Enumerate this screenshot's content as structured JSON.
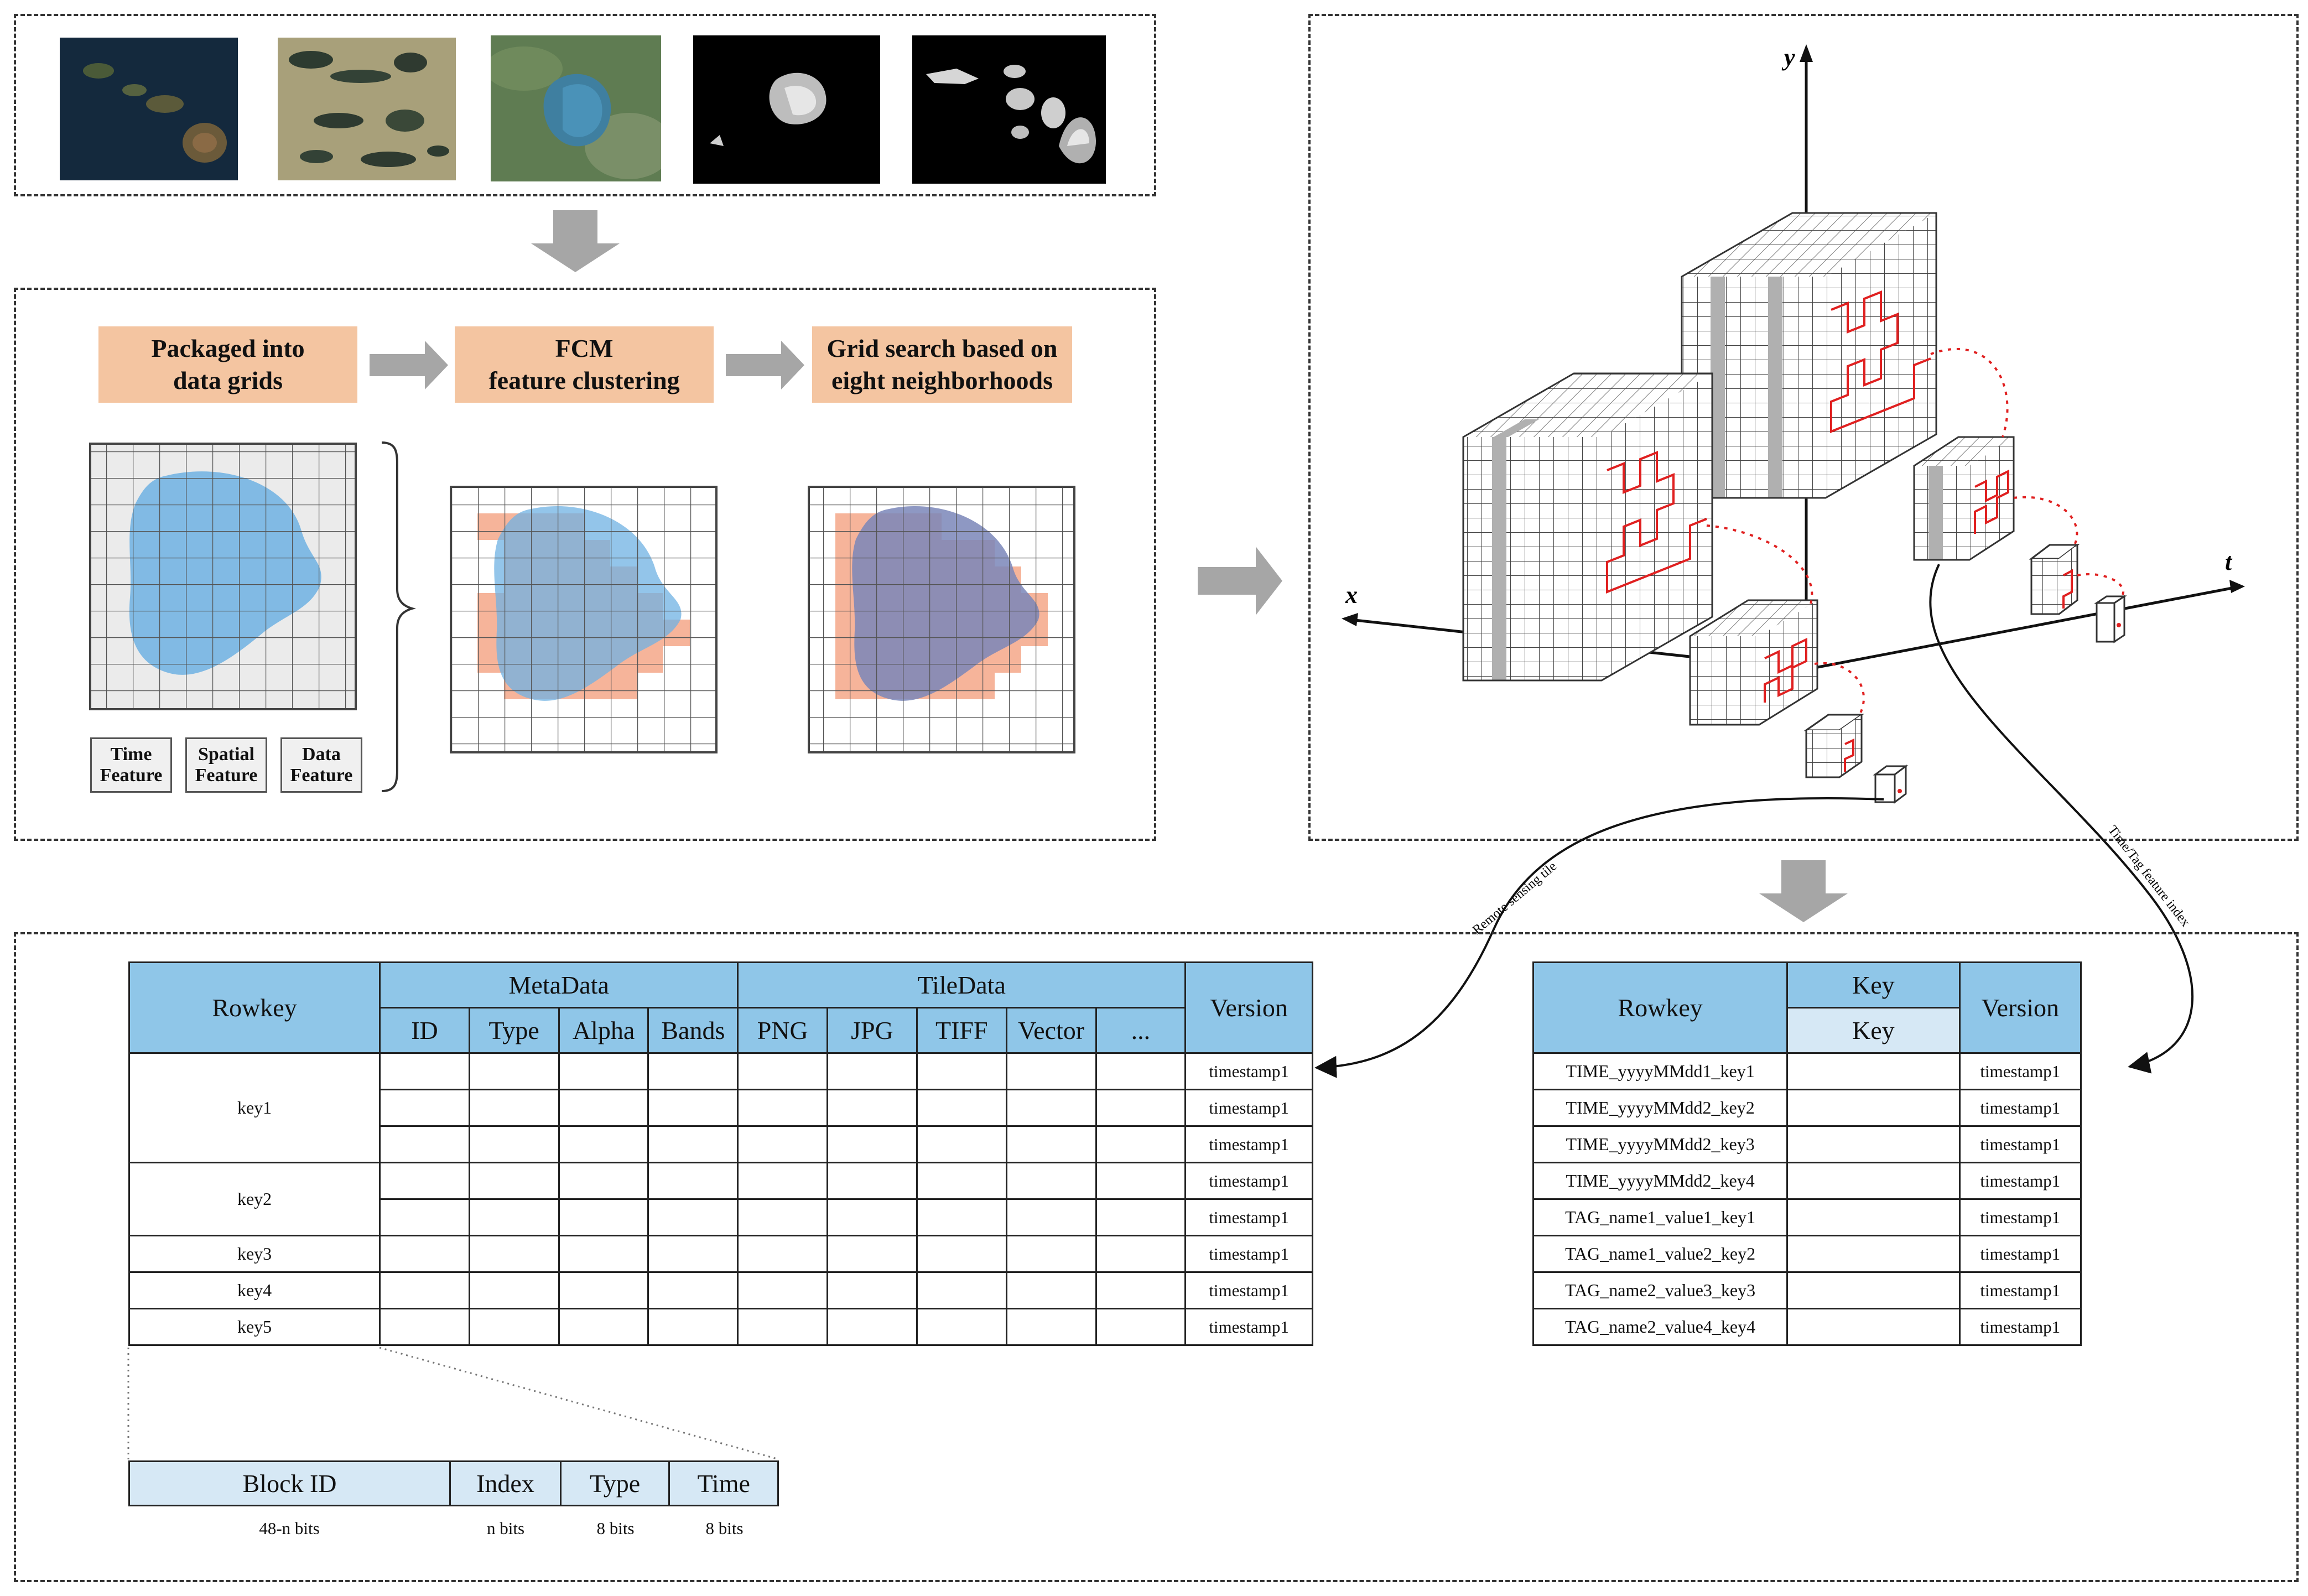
{
  "pipeline": {
    "stages": [
      "Packaged into\ndata grids",
      "FCM\nfeature clustering",
      "Grid search based on\neight neighborhoods"
    ],
    "features": [
      "Time\nFeature",
      "Spatial\nFeature",
      "Data\nFeature"
    ]
  },
  "cube": {
    "axis_y": "y",
    "axis_x": "x",
    "axis_t": "t",
    "link_left": "Remote sensing tile",
    "link_right": "Time/Tag feature index"
  },
  "table_main": {
    "rowkey_header": "Rowkey",
    "group_meta": "MetaData",
    "group_tile": "TileData",
    "version_header": "Version",
    "meta_cols": [
      "ID",
      "Type",
      "Alpha",
      "Bands"
    ],
    "tile_cols": [
      "PNG",
      "JPG",
      "TIFF",
      "Vector",
      "..."
    ],
    "keys": [
      "key1",
      "key2",
      "key3",
      "key4",
      "key5"
    ],
    "timestamps": [
      "timestamp1",
      "timestamp1",
      "timestamp1",
      "timestamp1",
      "timestamp1",
      "timestamp1",
      "timestamp1",
      "timestamp1"
    ]
  },
  "table_index": {
    "rowkey_header": "Rowkey",
    "key_header": "Key",
    "key_sub": "Key",
    "version_header": "Version",
    "rows": [
      "TIME_yyyyMMdd1_key1",
      "TIME_yyyyMMdd2_key2",
      "TIME_yyyyMMdd2_key3",
      "TIME_yyyyMMdd2_key4",
      "TAG_name1_value1_key1",
      "TAG_name1_value2_key2",
      "TAG_name2_value3_key3",
      "TAG_name2_value4_key4"
    ],
    "timestamps": [
      "timestamp1",
      "timestamp1",
      "timestamp1",
      "timestamp1",
      "timestamp1",
      "timestamp1",
      "timestamp1",
      "timestamp1"
    ]
  },
  "rowkey_bits": {
    "fields": [
      "Block ID",
      "Index",
      "Type",
      "Time"
    ],
    "bits": [
      "48-n  bits",
      "n bits",
      "8 bits",
      "8 bits"
    ]
  },
  "colors": {
    "stage_fill": "#f4c5a1",
    "header_blue": "#8fc6e8",
    "header_light": "#d6e8f5",
    "lake_blue": "#6fb2e3",
    "cluster_orange": "#f6b49a",
    "curve_red": "#e02020",
    "arrow_gray": "#a6a6a6"
  }
}
